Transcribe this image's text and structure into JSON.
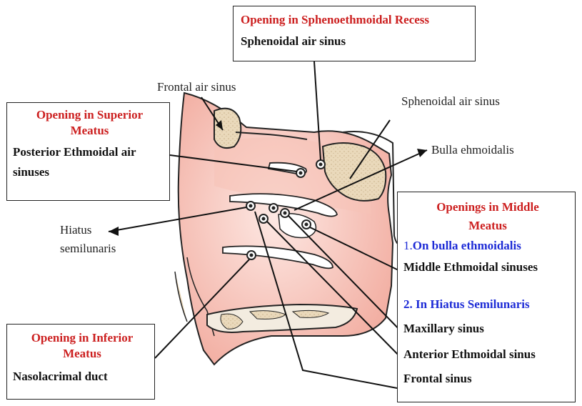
{
  "box_sphenoethmoidal": {
    "title": "Opening in Sphenoethmoidal Recess",
    "item": "Sphenoidal air sinus"
  },
  "box_superior": {
    "title_line1": "Opening  in Superior",
    "title_line2": "Meatus",
    "item_line1": "Posterior Ethmoidal air",
    "item_line2": "sinuses"
  },
  "box_inferior": {
    "title_line1": "Opening  in Inferior",
    "title_line2": "Meatus",
    "item": "Nasolacrimal duct"
  },
  "box_middle": {
    "title_line1": "Openings in Middle",
    "title_line2": "Meatus",
    "sub1_num": "1.",
    "sub1": "On bulla ethmoidalis",
    "sub1_item": "Middle Ethmoidal sinuses",
    "sub2": "2. In Hiatus Semilunaris",
    "sub2_items": [
      "Maxillary sinus",
      "Anterior Ethmoidal sinus",
      "Frontal sinus"
    ]
  },
  "labels": {
    "frontal_air_sinus": "Frontal air sinus",
    "sphenoidal_air_sinus": "Sphenoidal air sinus",
    "bulla_ethmoidalis": "Bulla ehmoidalis",
    "hiatus_line1": "Hiatus",
    "hiatus_line2": "semilunaris"
  },
  "colors": {
    "title_red": "#cc1f1f",
    "subtitle_blue": "#1d2bd6",
    "mucosa_pink": "#f4b8ad",
    "bone_tan": "#e8d5b5"
  }
}
